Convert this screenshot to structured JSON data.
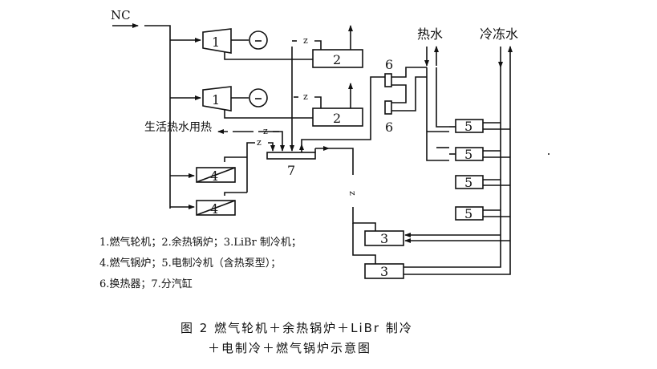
{
  "inputs": {
    "nc": "NC"
  },
  "labels": {
    "hot_water": "热水",
    "chilled_water": "冷冻水",
    "domestic_hot_water": "生活热水用热",
    "steam_z": "z"
  },
  "components": {
    "gas_turbine": "1",
    "hrsg": "2",
    "libr_chiller": "3",
    "gas_boiler": "4",
    "electric_chiller": "5",
    "heat_exchanger": "6",
    "steam_header": "7"
  },
  "legend": {
    "line1": "1.燃气轮机；2.余热锅炉；3.LiBr 制冷机；",
    "line2": "4.燃气锅炉；5.电制冷机（含热泵型）；",
    "line3": "6.换热器；7.分汽缸"
  },
  "caption": {
    "line1": "图 2  燃气轮机＋余热锅炉＋LiBr 制冷",
    "line2": "＋电制冷＋燃气锅炉示意图"
  }
}
